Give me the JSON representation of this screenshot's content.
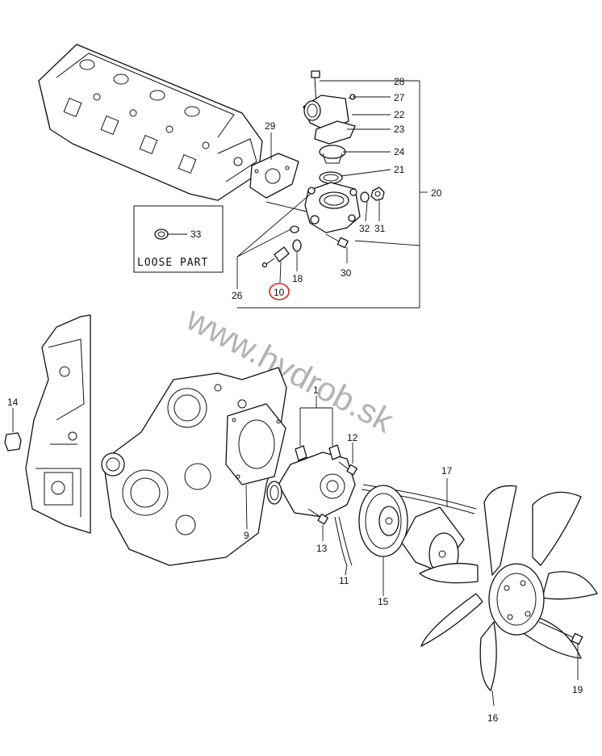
{
  "watermark": "www.hydrob.sk",
  "loose_part_label": "LOOSE PART",
  "highlight_color": "#d42020",
  "callouts": {
    "c28": "28",
    "c27": "27",
    "c22": "22",
    "c23": "23",
    "c24": "24",
    "c21": "21",
    "c20": "20",
    "c29": "29",
    "c33": "33",
    "c32": "32",
    "c31": "31",
    "c30": "30",
    "c26": "26",
    "c18": "18",
    "c10": "10",
    "c14": "14",
    "c1": "1",
    "c12": "12",
    "c17": "17",
    "c9": "9",
    "c13": "13",
    "c11": "11",
    "c15": "15",
    "c16": "16",
    "c19": "19"
  }
}
